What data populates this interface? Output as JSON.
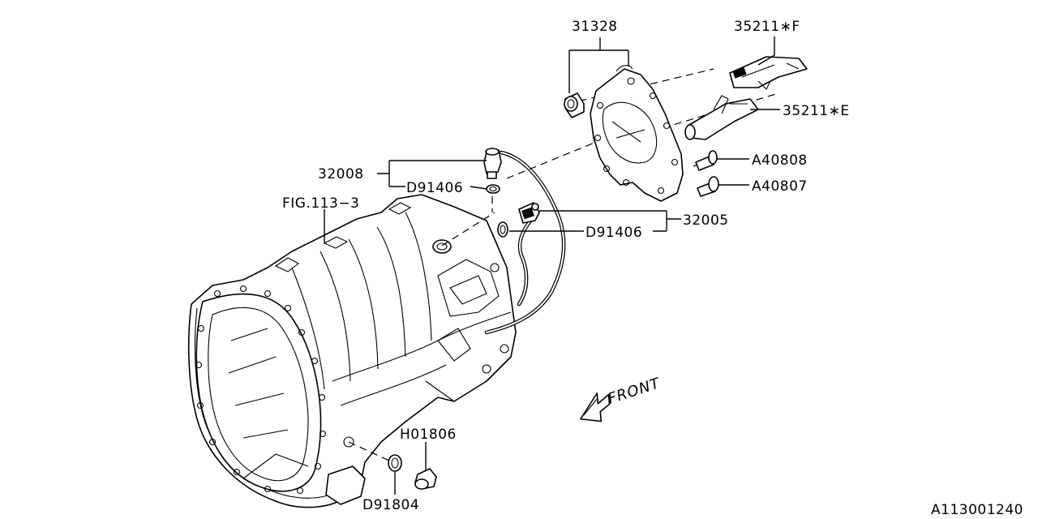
{
  "labels": {
    "p31328": "31328",
    "p35211f": "35211∗F",
    "p35211e": "35211∗E",
    "a40808": "A40808",
    "a40807": "A40807",
    "p32008": "32008",
    "d91406_top": "D91406",
    "d91406_mid": "D91406",
    "p32005": "32005",
    "fig": "FIG.113−3",
    "h01806": "H01806",
    "d91804": "D91804",
    "front": "FRONT",
    "diagram_id": "A113001240"
  }
}
